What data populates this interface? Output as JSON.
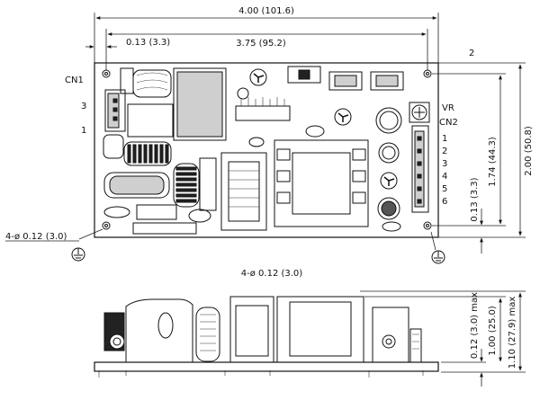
{
  "top_view": {
    "dim_overall_width": "4.00 (101.6)",
    "dim_hole_offset": "0.13 (3.3)",
    "dim_hole_spacing": "3.75 (95.2)",
    "label_2": "2",
    "label_cn1": "CN1",
    "label_cn1_pin3": "3",
    "label_cn1_pin1": "1",
    "label_vr": "VR",
    "label_cn2": "CN2",
    "cn2_pins": [
      "1",
      "2",
      "3",
      "4",
      "5",
      "6"
    ],
    "dim_right_hole_offset": "0.13 (3.3)",
    "dim_hole_vertical_spacing": "1.74 (44.3)",
    "dim_overall_height": "2.00 (50.8)",
    "dim_mount_holes_left": "4-ø 0.12 (3.0)",
    "dim_mount_holes_center": "4-ø 0.12 (3.0)"
  },
  "side_view": {
    "dim_pcb_thickness": "0.12 (3.0) max",
    "dim_component_height": "1.00 (25.0)",
    "dim_overall_height": "1.10 (27.9) max"
  }
}
